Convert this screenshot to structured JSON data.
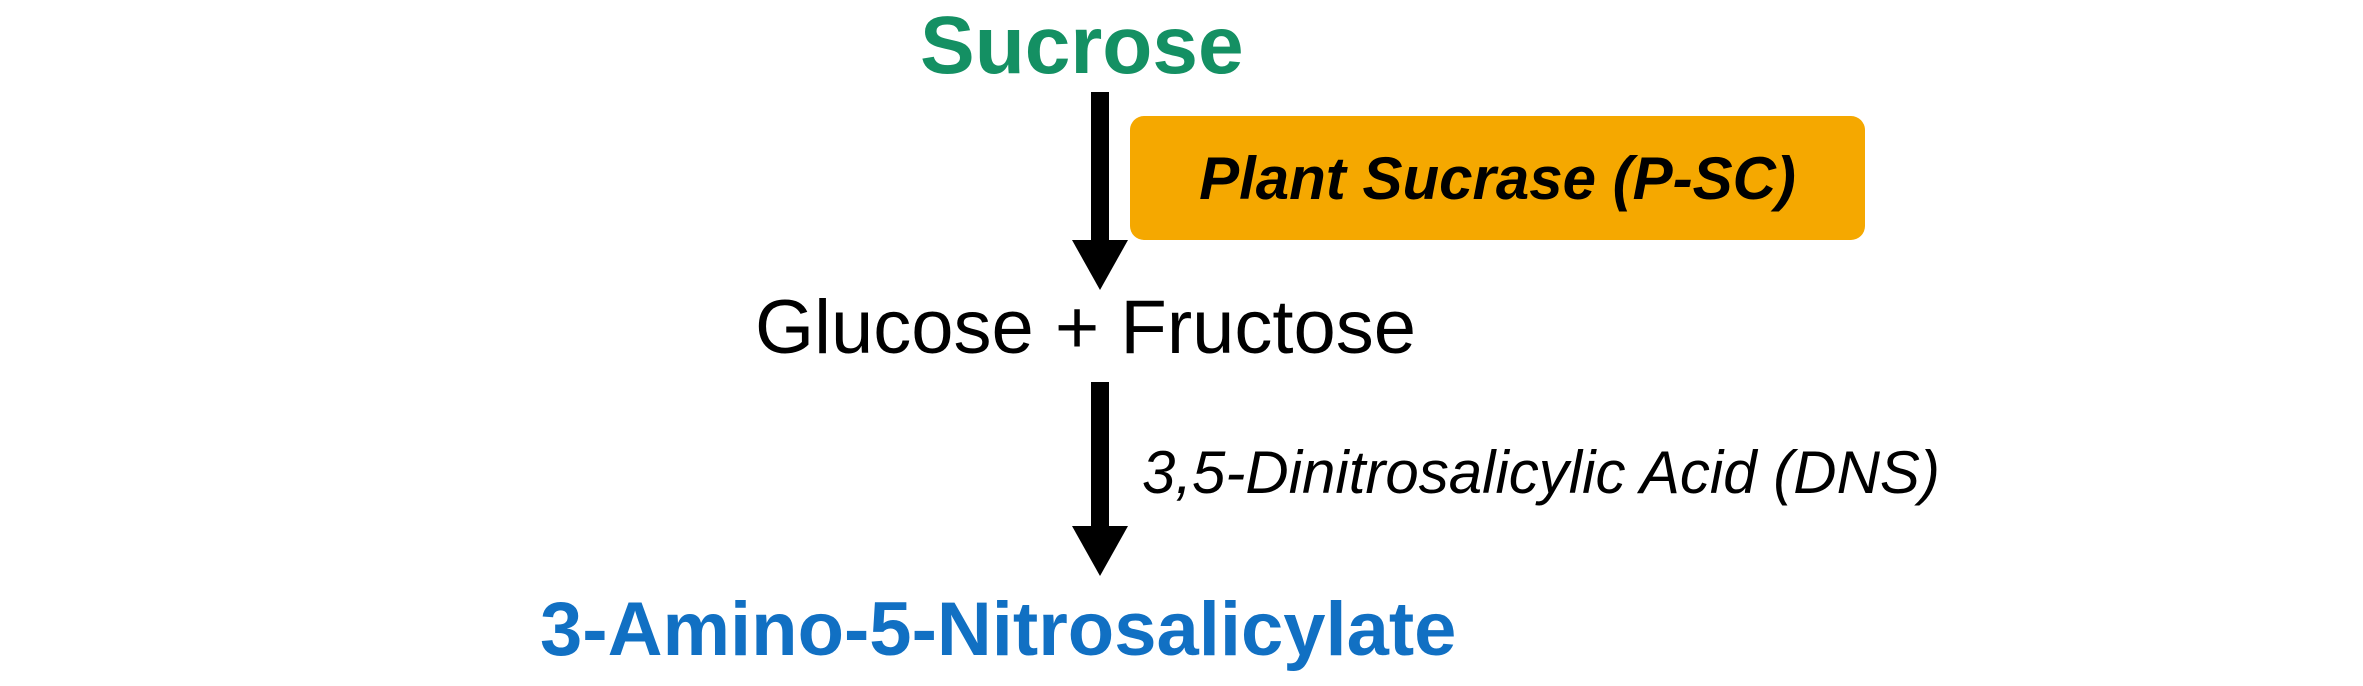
{
  "substrate": {
    "label": "Sucrose",
    "color": "#149063"
  },
  "enzyme": {
    "label": "Plant Sucrase (P-SC)",
    "box_color": "#f5a800"
  },
  "intermediate": {
    "label": "Glucose + Fructose"
  },
  "reagent": {
    "label": "3,5-Dinitrosalicylic Acid (DNS)"
  },
  "product": {
    "label": "3-Amino-5-Nitrosalicylate",
    "color": "#1170c3"
  },
  "arrows": [
    {
      "from": "Sucrose",
      "to": "Glucose + Fructose",
      "direction": "down"
    },
    {
      "from": "Glucose + Fructose",
      "to": "3-Amino-5-Nitrosalicylate",
      "direction": "down"
    }
  ]
}
